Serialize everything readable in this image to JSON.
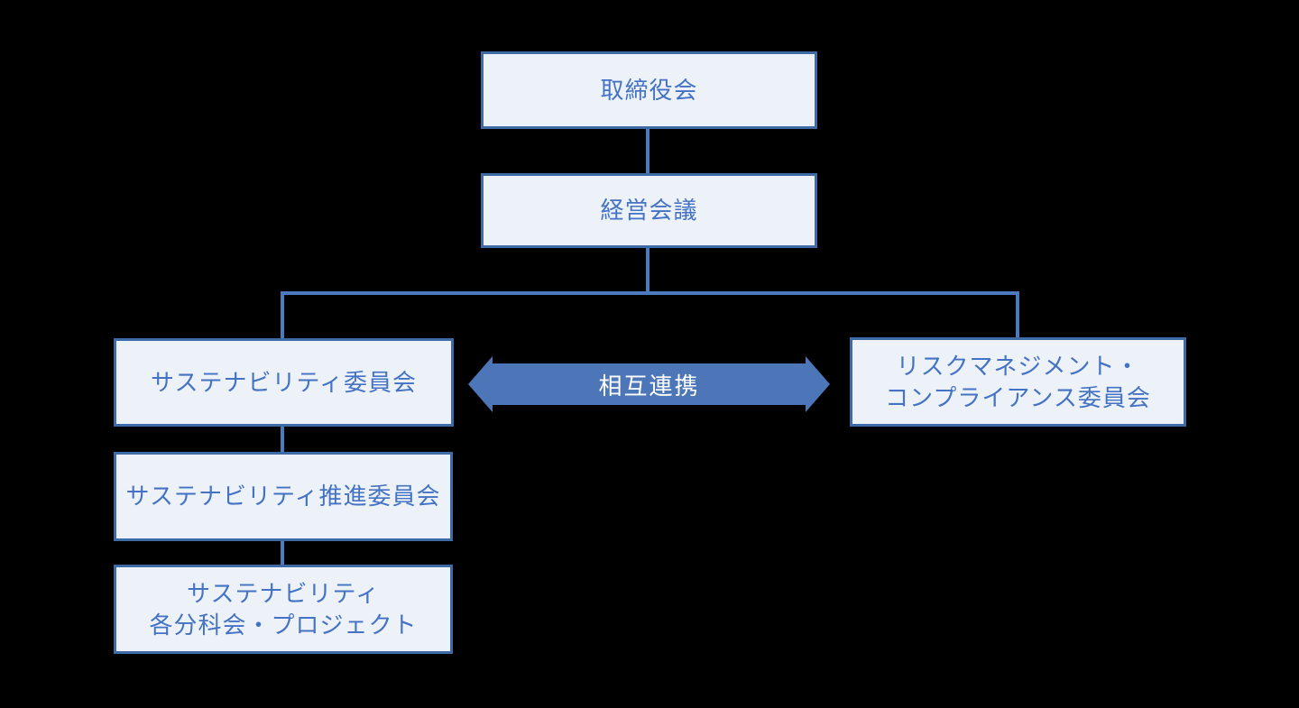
{
  "diagram": {
    "type": "org-chart",
    "colors": {
      "background": "#000000",
      "box_fill": "#EDF2F8",
      "box_border": "#3E6BA5",
      "box_text": "#4472C4",
      "connector": "#4C7ABF",
      "arrow_fill": "#4C76B8",
      "arrow_text": "#FFFFFF"
    },
    "nodes": {
      "board": {
        "label": "取締役会"
      },
      "management": {
        "label": "経営会議"
      },
      "sustainability_committee": {
        "label": "サステナビリティ委員会"
      },
      "risk_compliance_committee": {
        "line1": "リスクマネジメント・",
        "line2": "コンプライアンス委員会"
      },
      "sustainability_promotion_committee": {
        "label": "サステナビリティ推進委員会"
      },
      "sustainability_subcommittees": {
        "line1": "サステナビリティ",
        "line2": "各分科会・プロジェクト"
      }
    },
    "arrow": {
      "label": "相互連携"
    },
    "edges": [
      "取締役会 - 経営会議",
      "経営会議 - サステナビリティ委員会",
      "経営会議 - リスクマネジメント・コンプライアンス委員会",
      "サステナビリティ委員会 - サステナビリティ推進委員会",
      "サステナビリティ推進委員会 - サステナビリティ各分科会・プロジェクト",
      "サステナビリティ委員会 <-> リスクマネジメント・コンプライアンス委員会 (相互連携)"
    ]
  }
}
